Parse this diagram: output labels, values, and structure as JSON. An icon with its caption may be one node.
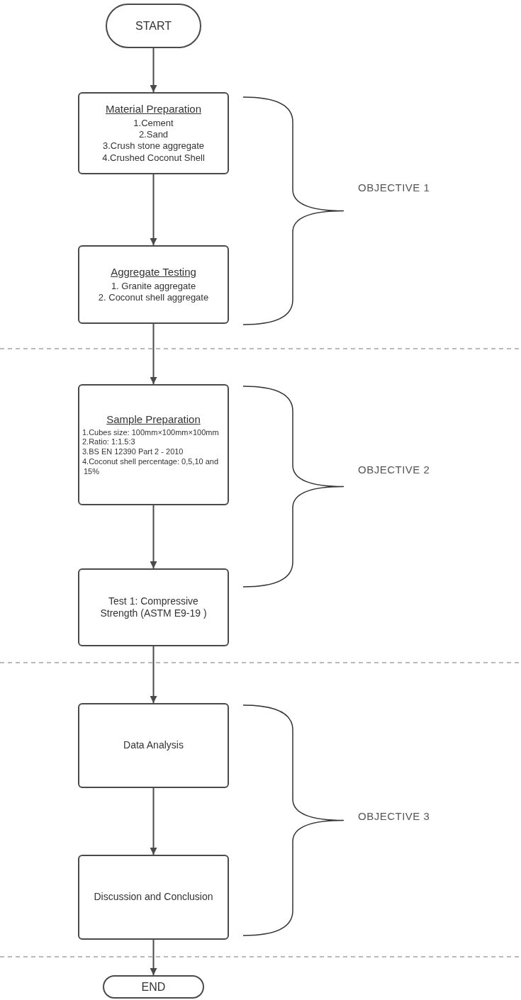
{
  "diagram": {
    "nodes": [
      {
        "text": [
          "START"
        ]
      },
      {
        "text": [
          "Material Preparation",
          "1.Cement",
          "2.Sand",
          "3.Crush stone aggregate",
          "4.Crushed Coconut Shell"
        ]
      },
      {
        "text": [
          "Aggregate Testing",
          "1. Granite aggregate",
          "2. Coconut shell aggregate"
        ]
      },
      {
        "text": [
          "Sample Preparation",
          "1.Cubes size: 100mm×100mm×100mm",
          "2.Ratio: 1:1.5:3",
          "3.BS EN 12390 Part 2 - 2010",
          "4.Coconut shell percentage: 0,5,10 and 15%"
        ]
      },
      {
        "text": [
          "Test 1: Compressive Strength (ASTM E9-19 )"
        ]
      },
      {
        "text": [
          "Data Analysis"
        ]
      },
      {
        "text": [
          "Discussion and Conclusion"
        ]
      },
      {
        "text": [
          "END"
        ]
      }
    ],
    "edges": [
      {
        "from": 0,
        "to": 1,
        "arrow": "to"
      },
      {
        "from": 1,
        "to": 2,
        "arrow": "to"
      },
      {
        "from": 2,
        "to": 3,
        "arrow": "to"
      },
      {
        "from": 3,
        "to": 4,
        "arrow": "to"
      },
      {
        "from": 4,
        "to": 5,
        "arrow": "to"
      },
      {
        "from": 5,
        "to": 6,
        "arrow": "to"
      },
      {
        "from": 6,
        "to": 7,
        "arrow": "to"
      }
    ],
    "labels": [
      "OBJECTIVE 1",
      "OBJECTIVE 2",
      "OBJECTIVE 3"
    ]
  }
}
